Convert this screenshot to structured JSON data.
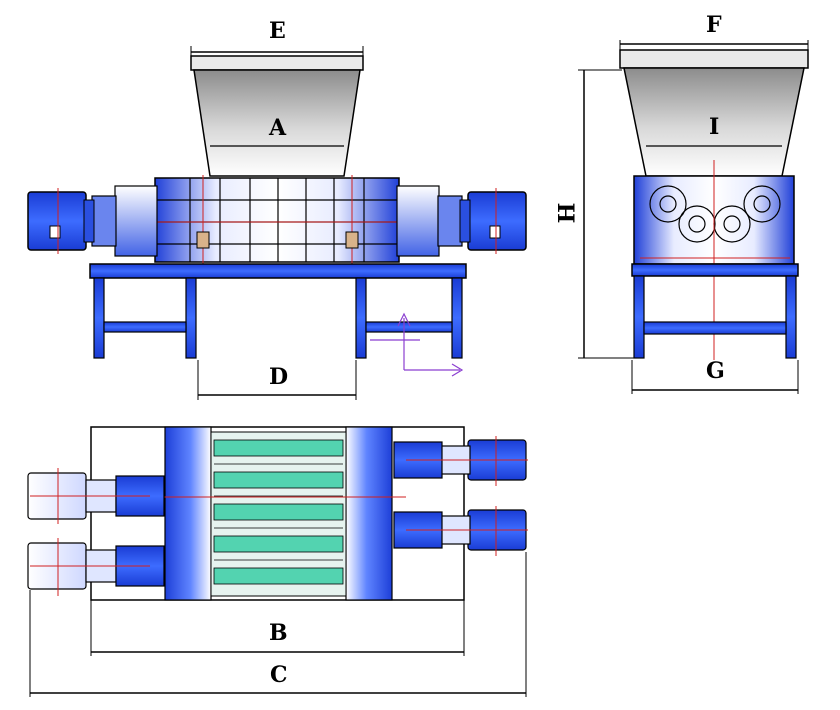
{
  "dimensions": {
    "E": "E",
    "A": "A",
    "D": "D",
    "F": "F",
    "I": "I",
    "H": "H",
    "G": "G",
    "B": "B",
    "C": "C"
  },
  "colors": {
    "frame_blue": "#1f3fd6",
    "motor_blue": "#2a55e8",
    "hopper_gray": "#b9b9b9",
    "blade_green": "#53d3b0",
    "center_red": "#d02020",
    "axis_purple": "#8b3fd0"
  }
}
